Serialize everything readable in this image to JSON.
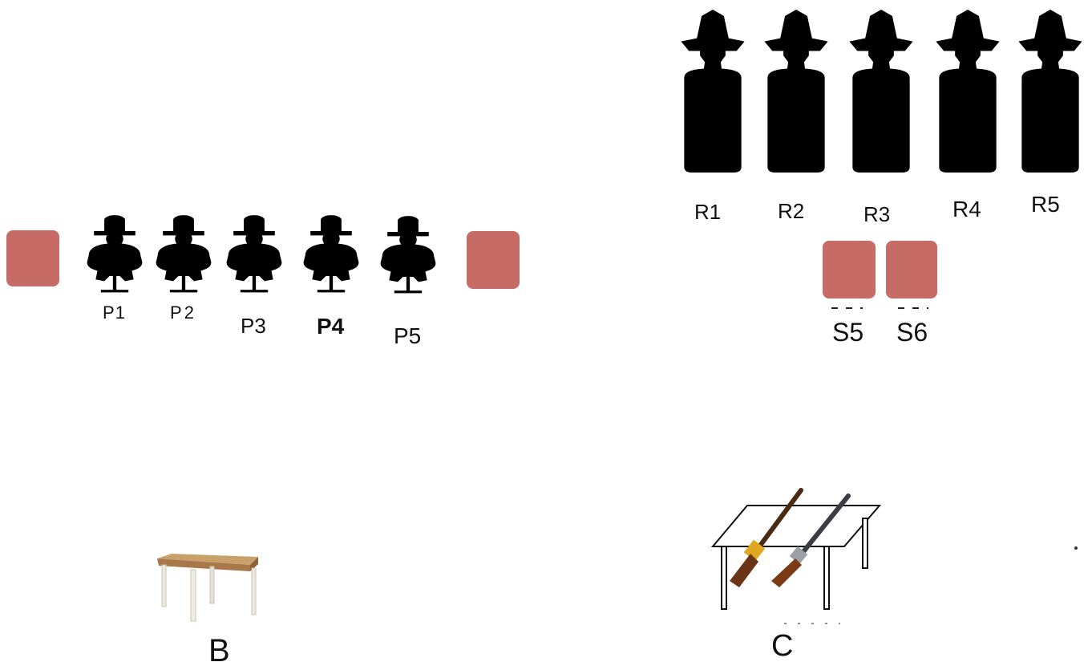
{
  "pistol_targets": {
    "labels": [
      "P1",
      "P2",
      "P3",
      "P4",
      "P5"
    ],
    "icon": "pistol-target-silhouette-icon"
  },
  "rifle_targets": {
    "labels": [
      "R1",
      "R2",
      "R3",
      "R4",
      "R5"
    ],
    "icon": "rifle-target-silhouette-icon"
  },
  "shotgun_targets": {
    "labels": [
      "S5",
      "S6"
    ],
    "icon": "shotgun-knockdown-target-icon"
  },
  "stations": [
    {
      "label": "B",
      "icon": "wooden-table-icon"
    },
    {
      "label": "C",
      "icon": "table-with-rifles-icon"
    }
  ],
  "colors": {
    "target_plate": "#c76b67",
    "silhouette": "#000000",
    "text": "#111111"
  }
}
